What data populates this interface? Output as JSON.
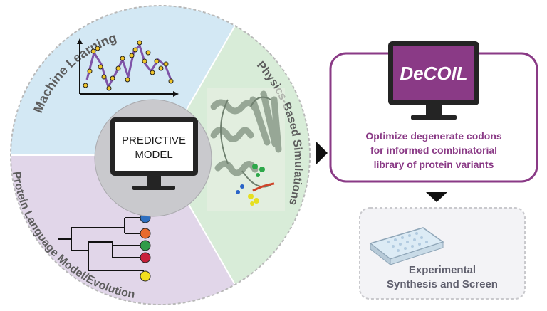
{
  "sections": {
    "machine_learning": "Machine Learning",
    "physics": "Physics-Based Simulations",
    "protein_language": "Protein Language Model/Evolution"
  },
  "center_model": {
    "line1": "PREDICTIVE",
    "line2": "MODEL"
  },
  "decoil": {
    "title": "DeCOIL",
    "desc_lines": [
      "Optimize degenerate codons",
      "for informed combinatorial",
      "library of protein variants"
    ]
  },
  "experimental": {
    "line1": "Experimental",
    "line2": "Synthesis and Screen"
  },
  "colors": {
    "ml_blue": "#d3e8f4",
    "physics_green": "#d8ecd8",
    "plm_purple": "#e1d6e9",
    "accent_purple": "#8a3a86",
    "leaf_colors": [
      "#2e6fc0",
      "#e86a2c",
      "#2f9b48",
      "#c8203a",
      "#f2df1e"
    ]
  },
  "icons": {
    "scatter_plot": "line-scatter-plot-icon",
    "protein": "protein-structure-icon",
    "tree": "phylogenetic-tree-icon",
    "monitor": "computer-monitor-icon",
    "plate": "well-plate-icon"
  }
}
